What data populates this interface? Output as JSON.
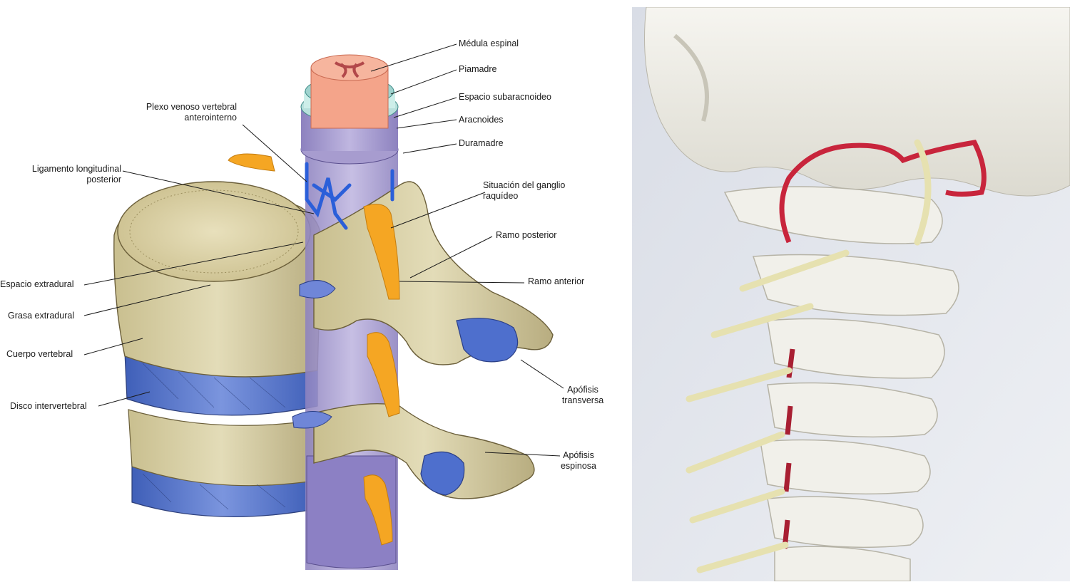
{
  "labels": {
    "medula_espinal": "Médula espinal",
    "piamadre": "Piamadre",
    "espacio_subaracnoideo": "Espacio subaracnoideo",
    "aracnoides": "Aracnoides",
    "duramadre": "Duramadre",
    "situacion_ganglio_l1": "Situación del ganglio",
    "situacion_ganglio_l2": "raquídeo",
    "ramo_posterior": "Ramo posterior",
    "ramo_anterior": "Ramo anterior",
    "apofisis_transversa_l1": "Apófisis",
    "apofisis_transversa_l2": "transversa",
    "apofisis_espinosa_l1": "Apófisis",
    "apofisis_espinosa_l2": "espinosa",
    "plexo_venoso_l1": "Plexo venoso vertebral",
    "plexo_venoso_l2": "anterointerno",
    "ligamento_l1": "Ligamento longitudinal",
    "ligamento_l2": "posterior",
    "espacio_extradural": "Espacio extradural",
    "grasa_extradural": "Grasa extradural",
    "cuerpo_vertebral": "Cuerpo vertebral",
    "disco_intervertebral": "Disco intervertebral"
  },
  "colors": {
    "bone": "#d8d0a8",
    "bone_dark": "#b5aa7c",
    "disc_blue": "#4f6fc8",
    "dura_purple": "#a79ccf",
    "nerve_yellow": "#f5a623",
    "cord_pink": "#f4a48a",
    "plexus_blue": "#2b5fd9",
    "photo_bg": "#e4e7ee",
    "plastic_bone": "#f1f0ea",
    "artery_red": "#c8253c",
    "nerve_plastic": "#e9e5b8"
  }
}
